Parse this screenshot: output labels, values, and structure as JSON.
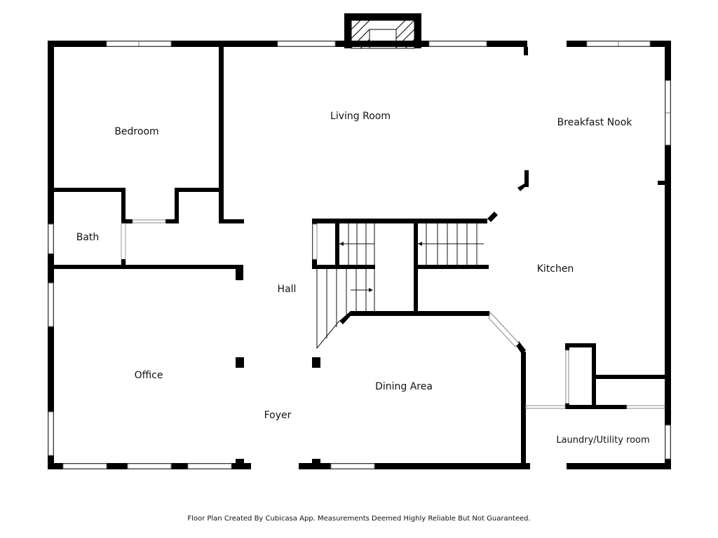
{
  "rooms": {
    "living_room": "Living Room",
    "bedroom": "Bedroom",
    "breakfast_nook": "Breakfast Nook",
    "bath": "Bath",
    "hall": "Hall",
    "kitchen": "Kitchen",
    "office": "Office",
    "dining_area": "Dining Area",
    "foyer": "Foyer",
    "laundry": "Laundry/Utility room"
  },
  "footer": "Floor Plan Created By Cubicasa App. Measurements Deemed Highly Reliable But Not Guaranteed."
}
